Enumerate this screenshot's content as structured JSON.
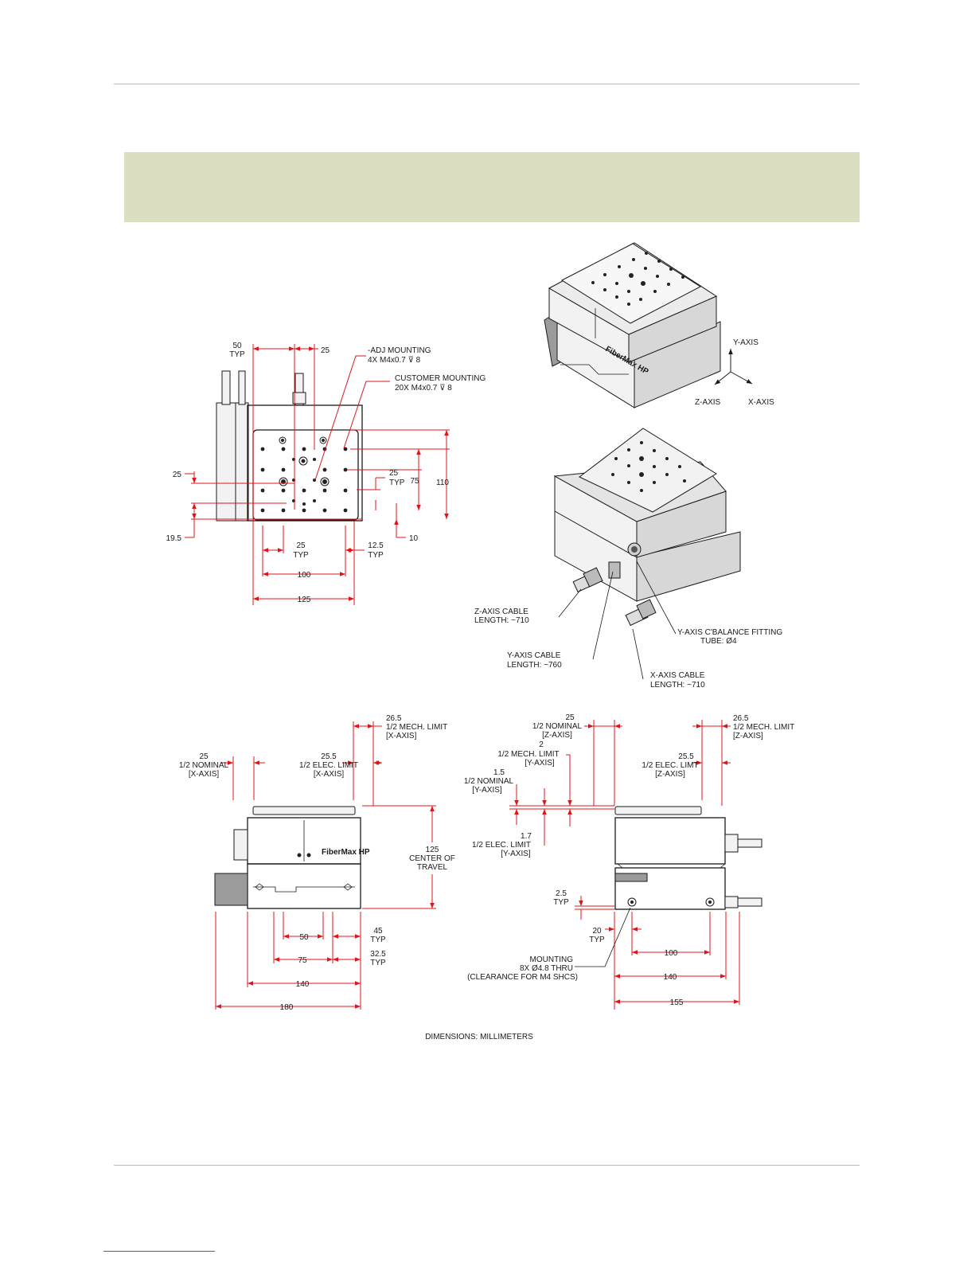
{
  "colors": {
    "dimension": "#e0141b",
    "header_band": "#dcdec2",
    "rule": "#a7bfdc"
  },
  "top_view": {
    "dim_50_typ": [
      "50",
      "TYP"
    ],
    "dim_25_top": "25",
    "adj_mounting": [
      "-ADJ MOUNTING",
      "4X M4x0.7 ⊽ 8"
    ],
    "customer_mounting": [
      "CUSTOMER MOUNTING",
      "20X M4x0.7 ⊽ 8"
    ],
    "dim_25_left": "25",
    "dim_19_5": "19.5",
    "dim_25_typ_right": [
      "25",
      "TYP"
    ],
    "dim_75": "75",
    "dim_110": "110",
    "dim_10": "10",
    "dim_25_typ_bottom": [
      "25",
      "TYP"
    ],
    "dim_12_5_typ": [
      "12.5",
      "TYP"
    ],
    "dim_100": "100",
    "dim_125": "125"
  },
  "iso_view_1": {
    "axes": {
      "y": "Y-AXIS",
      "z": "Z-AXIS",
      "x": "X-AXIS"
    },
    "brand": "FiberMax HP"
  },
  "iso_view_2": {
    "z_cable": [
      "Z-AXIS CABLE",
      "LENGTH: ~710"
    ],
    "y_cable": [
      "Y-AXIS CABLE",
      "LENGTH: ~760"
    ],
    "x_cable": [
      "X-AXIS CABLE",
      "LENGTH: ~710"
    ],
    "y_balance": [
      "Y-AXIS C'BALANCE FITTING",
      "TUBE: Ø4"
    ]
  },
  "front_view": {
    "half_nominal_x": [
      "25",
      "1/2 NOMINAL",
      "[X-AXIS]"
    ],
    "half_elec_x": [
      "25.5",
      "1/2 ELEC. LIMIT",
      "[X-AXIS]"
    ],
    "half_mech_x": [
      "26.5",
      "1/2 MECH. LIMIT",
      "[X-AXIS]"
    ],
    "center_travel": [
      "125",
      "CENTER OF",
      "TRAVEL"
    ],
    "dim_50": "50",
    "dim_45_typ": [
      "45",
      "TYP"
    ],
    "dim_75": "75",
    "dim_32_5_typ": [
      "32.5",
      "TYP"
    ],
    "dim_140": "140",
    "dim_180": "180",
    "brand": "FiberMax HP"
  },
  "side_view": {
    "half_nominal_z": [
      "25",
      "1/2 NOMINAL",
      "[Z-AXIS]"
    ],
    "half_mech_y": [
      "2",
      "1/2 MECH. LIMIT",
      "[Y-AXIS]"
    ],
    "half_nominal_y": [
      "1.5",
      "1/2 NOMINAL",
      "[Y-AXIS]"
    ],
    "half_elec_y": [
      "1.7",
      "1/2 ELEC. LIMIT",
      "[Y-AXIS]"
    ],
    "half_mech_z": [
      "26.5",
      "1/2 MECH. LIMIT",
      "[Z-AXIS]"
    ],
    "half_elec_z": [
      "25.5",
      "1/2 ELEC. LIMT",
      "[Z-AXIS]"
    ],
    "dim_2_5_typ": [
      "2.5",
      "TYP"
    ],
    "dim_20_typ": [
      "20",
      "TYP"
    ],
    "mounting": [
      "MOUNTING",
      "8X Ø4.8 THRU",
      "(CLEARANCE FOR M4 SHCS)"
    ],
    "dim_100": "100",
    "dim_140": "140",
    "dim_155": "155"
  },
  "units_note": "DIMENSIONS: MILLIMETERS"
}
